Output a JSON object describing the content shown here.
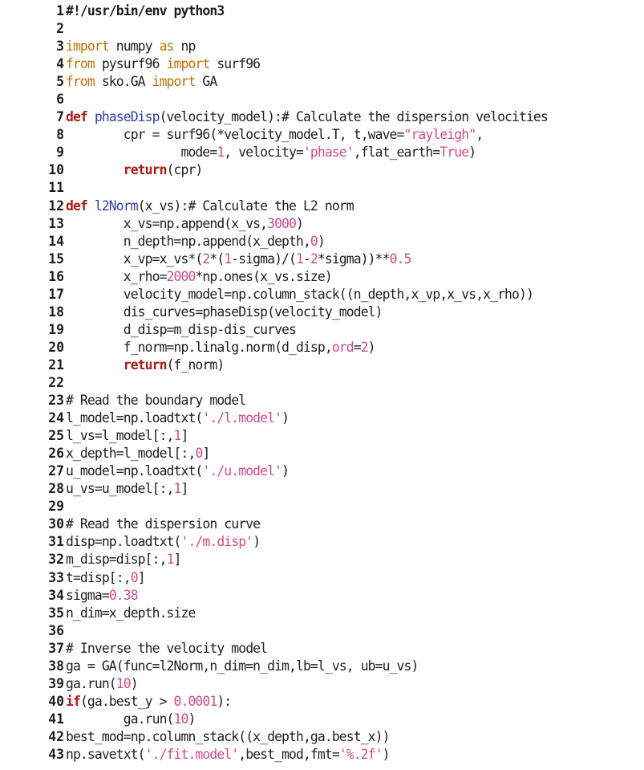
{
  "editor": {
    "language": "python",
    "colors": {
      "keyword": "#c0700a",
      "control": "#b01818",
      "function": "#2f3ea8",
      "string": "#d04a8a",
      "number": "#d04a8a",
      "text": "#1e1e1e"
    },
    "lines": [
      {
        "n": "1",
        "seg": [
          [
            "bold",
            "#!/usr/bin/env python3"
          ]
        ]
      },
      {
        "n": "2",
        "seg": []
      },
      {
        "n": "3",
        "seg": [
          [
            "kw",
            "import"
          ],
          [
            "plain",
            " numpy "
          ],
          [
            "kw",
            "as"
          ],
          [
            "plain",
            " np"
          ]
        ]
      },
      {
        "n": "4",
        "seg": [
          [
            "kw",
            "from"
          ],
          [
            "plain",
            " pysurf96 "
          ],
          [
            "kw",
            "import"
          ],
          [
            "plain",
            " surf96"
          ]
        ]
      },
      {
        "n": "5",
        "seg": [
          [
            "kw",
            "from"
          ],
          [
            "plain",
            " sko.GA "
          ],
          [
            "kw",
            "import"
          ],
          [
            "plain",
            " GA"
          ]
        ]
      },
      {
        "n": "6",
        "seg": []
      },
      {
        "n": "7",
        "seg": [
          [
            "kwb",
            "def"
          ],
          [
            "plain",
            " "
          ],
          [
            "fn",
            "phaseDisp"
          ],
          [
            "plain",
            "(velocity_model):# Calculate the dispersion velocities"
          ]
        ]
      },
      {
        "n": "8",
        "seg": [
          [
            "plain",
            "        cpr = surf96(*velocity_model.T, t,wave="
          ],
          [
            "str",
            "\"rayleigh\""
          ],
          [
            "plain",
            ","
          ]
        ]
      },
      {
        "n": "9",
        "seg": [
          [
            "plain",
            "                mode="
          ],
          [
            "num",
            "1"
          ],
          [
            "plain",
            ", velocity="
          ],
          [
            "str",
            "'phase'"
          ],
          [
            "plain",
            ",flat_earth="
          ],
          [
            "str",
            "True"
          ],
          [
            "plain",
            ")"
          ]
        ]
      },
      {
        "n": "10",
        "seg": [
          [
            "plain",
            "        "
          ],
          [
            "kwb",
            "return"
          ],
          [
            "plain",
            "(cpr)"
          ]
        ]
      },
      {
        "n": "11",
        "seg": []
      },
      {
        "n": "12",
        "seg": [
          [
            "kwb",
            "def"
          ],
          [
            "plain",
            " "
          ],
          [
            "fn",
            "l2Norm"
          ],
          [
            "plain",
            "(x_vs):# Calculate the L2 norm"
          ]
        ]
      },
      {
        "n": "13",
        "seg": [
          [
            "plain",
            "        x_vs=np.append(x_vs,"
          ],
          [
            "num",
            "3000"
          ],
          [
            "plain",
            ")"
          ]
        ]
      },
      {
        "n": "14",
        "seg": [
          [
            "plain",
            "        n_depth=np.append(x_depth,"
          ],
          [
            "num",
            "0"
          ],
          [
            "plain",
            ")"
          ]
        ]
      },
      {
        "n": "15",
        "seg": [
          [
            "plain",
            "        x_vp=x_vs*("
          ],
          [
            "num",
            "2"
          ],
          [
            "plain",
            "*("
          ],
          [
            "num",
            "1"
          ],
          [
            "plain",
            "-sigma)/("
          ],
          [
            "num",
            "1"
          ],
          [
            "plain",
            "-"
          ],
          [
            "num",
            "2"
          ],
          [
            "plain",
            "*sigma))**"
          ],
          [
            "num",
            "0.5"
          ]
        ]
      },
      {
        "n": "16",
        "seg": [
          [
            "plain",
            "        x_rho="
          ],
          [
            "num",
            "2000"
          ],
          [
            "plain",
            "*np.ones(x_vs.size)"
          ]
        ]
      },
      {
        "n": "17",
        "seg": [
          [
            "plain",
            "        velocity_model=np.column_stack((n_depth,x_vp,x_vs,x_rho))"
          ]
        ]
      },
      {
        "n": "18",
        "seg": [
          [
            "plain",
            "        dis_curves=phaseDisp(velocity_model)"
          ]
        ]
      },
      {
        "n": "19",
        "seg": [
          [
            "plain",
            "        d_disp=m_disp-dis_curves"
          ]
        ]
      },
      {
        "n": "20",
        "seg": [
          [
            "plain",
            "        f_norm=np.linalg.norm(d_disp,"
          ],
          [
            "str",
            "ord"
          ],
          [
            "plain",
            "="
          ],
          [
            "num",
            "2"
          ],
          [
            "plain",
            ")"
          ]
        ]
      },
      {
        "n": "21",
        "seg": [
          [
            "plain",
            "        "
          ],
          [
            "kwb",
            "return"
          ],
          [
            "plain",
            "(f_norm)"
          ]
        ]
      },
      {
        "n": "22",
        "seg": []
      },
      {
        "n": "23",
        "seg": [
          [
            "cm",
            "# Read the boundary model"
          ]
        ]
      },
      {
        "n": "24",
        "seg": [
          [
            "plain",
            "l_model=np.loadtxt("
          ],
          [
            "str",
            "'./l.model'"
          ],
          [
            "plain",
            ")"
          ]
        ]
      },
      {
        "n": "25",
        "seg": [
          [
            "plain",
            "l_vs=l_model[:,"
          ],
          [
            "num",
            "1"
          ],
          [
            "plain",
            "]"
          ]
        ]
      },
      {
        "n": "26",
        "seg": [
          [
            "plain",
            "x_depth=l_model[:,"
          ],
          [
            "num",
            "0"
          ],
          [
            "plain",
            "]"
          ]
        ]
      },
      {
        "n": "27",
        "seg": [
          [
            "plain",
            "u_model=np.loadtxt("
          ],
          [
            "str",
            "'./u.model'"
          ],
          [
            "plain",
            ")"
          ]
        ]
      },
      {
        "n": "28",
        "seg": [
          [
            "plain",
            "u_vs=u_model[:,"
          ],
          [
            "num",
            "1"
          ],
          [
            "plain",
            "]"
          ]
        ]
      },
      {
        "n": "29",
        "seg": []
      },
      {
        "n": "30",
        "seg": [
          [
            "cm",
            "# Read the dispersion curve"
          ]
        ]
      },
      {
        "n": "31",
        "seg": [
          [
            "plain",
            "disp=np.loadtxt("
          ],
          [
            "str",
            "'./m.disp'"
          ],
          [
            "plain",
            ")"
          ]
        ]
      },
      {
        "n": "32",
        "seg": [
          [
            "plain",
            "m_disp=disp[:,"
          ],
          [
            "num",
            "1"
          ],
          [
            "plain",
            "]"
          ]
        ]
      },
      {
        "n": "33",
        "seg": [
          [
            "plain",
            "t=disp[:,"
          ],
          [
            "num",
            "0"
          ],
          [
            "plain",
            "]"
          ]
        ]
      },
      {
        "n": "34",
        "seg": [
          [
            "plain",
            "sigma="
          ],
          [
            "num",
            "0.38"
          ]
        ]
      },
      {
        "n": "35",
        "seg": [
          [
            "plain",
            "n_dim=x_depth.size"
          ]
        ]
      },
      {
        "n": "36",
        "seg": []
      },
      {
        "n": "37",
        "seg": [
          [
            "cm",
            "# Inverse the velocity model"
          ]
        ]
      },
      {
        "n": "38",
        "seg": [
          [
            "plain",
            "ga = GA(func=l2Norm,n_dim=n_dim,lb=l_vs, ub=u_vs)"
          ]
        ]
      },
      {
        "n": "39",
        "seg": [
          [
            "plain",
            "ga.run("
          ],
          [
            "num",
            "10"
          ],
          [
            "plain",
            ")"
          ]
        ]
      },
      {
        "n": "40",
        "seg": [
          [
            "kwb",
            "if"
          ],
          [
            "plain",
            "(ga.best_y > "
          ],
          [
            "num",
            "0.0001"
          ],
          [
            "plain",
            "):"
          ]
        ]
      },
      {
        "n": "41",
        "seg": [
          [
            "plain",
            "        ga.run("
          ],
          [
            "num",
            "10"
          ],
          [
            "plain",
            ")"
          ]
        ]
      },
      {
        "n": "42",
        "seg": [
          [
            "plain",
            "best_mod=np.column_stack((x_depth,ga.best_x))"
          ]
        ]
      },
      {
        "n": "43",
        "seg": [
          [
            "plain",
            "np.savetxt("
          ],
          [
            "str",
            "'./fit.model'"
          ],
          [
            "plain",
            ",best_mod,fmt="
          ],
          [
            "str",
            "'%.2f'"
          ],
          [
            "plain",
            ")"
          ]
        ]
      }
    ]
  }
}
